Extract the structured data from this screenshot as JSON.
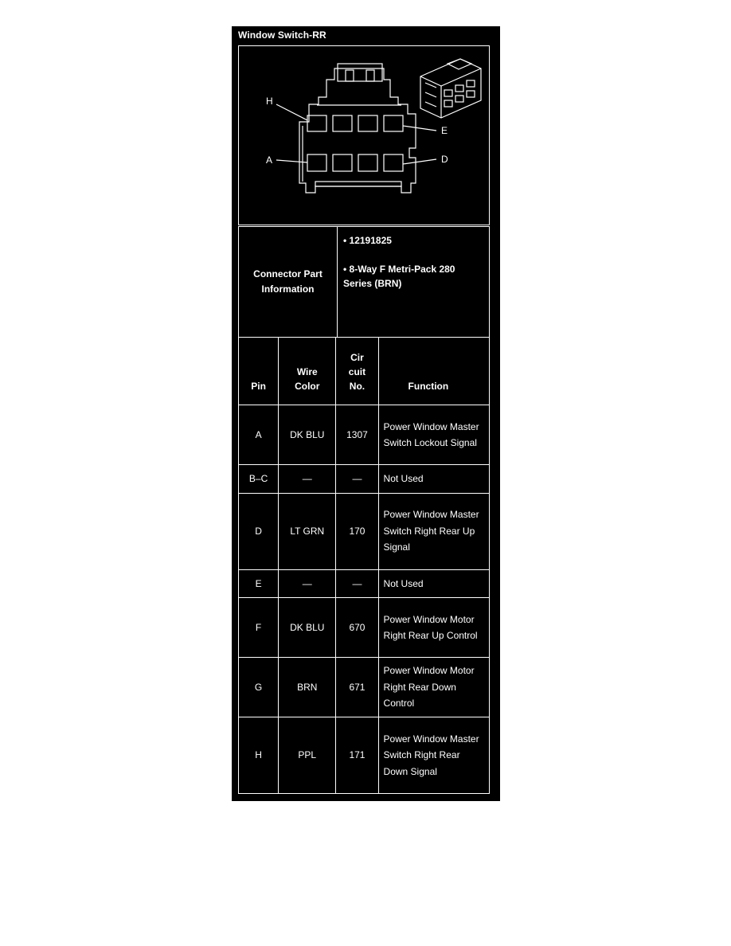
{
  "title": "Window Switch-RR",
  "diagram": {
    "callouts": {
      "h": "H",
      "e": "E",
      "a": "A",
      "d": "D"
    },
    "icon": "connector-face-diagram"
  },
  "connector_info": {
    "label": "Connector Part Information",
    "parts": [
      "•  12191825",
      "•  8-Way F Metri-Pack 280 Series (BRN)"
    ]
  },
  "pin_table": {
    "headers": {
      "pin": "Pin",
      "wire_color": "Wire Color",
      "circuit": "Cir cuit No.",
      "function": "Function"
    },
    "rows": [
      {
        "pin": "A",
        "color": "DK BLU",
        "circuit": "1307",
        "function": "Power Window Master Switch Lockout Signal"
      },
      {
        "pin": "B–C",
        "color": "—",
        "circuit": "—",
        "function": "Not Used"
      },
      {
        "pin": "D",
        "color": "LT GRN",
        "circuit": "170",
        "function": "Power Window Master Switch Right Rear Up Signal"
      },
      {
        "pin": "E",
        "color": "—",
        "circuit": "—",
        "function": "Not Used"
      },
      {
        "pin": "F",
        "color": "DK BLU",
        "circuit": "670",
        "function": "Power Window Motor Right Rear Up Control"
      },
      {
        "pin": "G",
        "color": "BRN",
        "circuit": "671",
        "function": "Power Window Motor Right Rear Down Control"
      },
      {
        "pin": "H",
        "color": "PPL",
        "circuit": "171",
        "function": "Power Window Master Switch Right Rear Down Signal"
      }
    ]
  }
}
